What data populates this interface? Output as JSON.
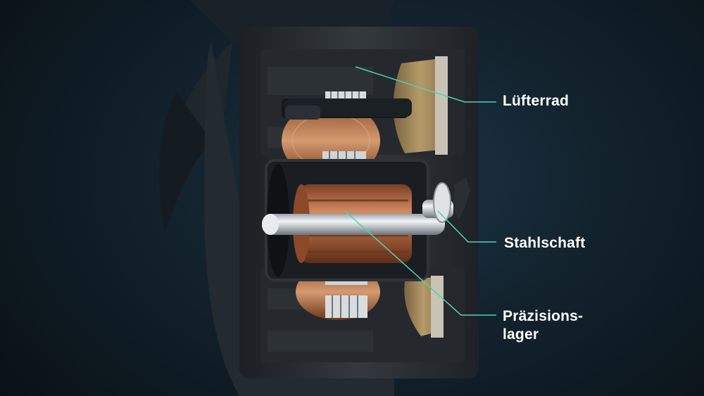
{
  "labels": {
    "fan": "Lüfterrad",
    "shaft": "Stahlschaft",
    "bearing_line1": "Präzisions-",
    "bearing_line2": "lager"
  },
  "colors": {
    "leader_line": "#4fd1b0",
    "copper": "#b8704a",
    "housing": "#2a2f33",
    "background": "#12222d"
  }
}
